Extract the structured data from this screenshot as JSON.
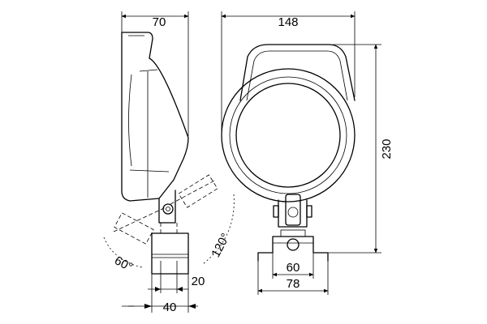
{
  "dimensions": {
    "side_depth": "70",
    "front_width": "148",
    "height": "230",
    "front_mount_inner": "60",
    "front_mount_outer": "78",
    "side_mount_width": "40",
    "side_mount_offset": "20",
    "tilt_back": "60°",
    "tilt_forward": "120°"
  }
}
